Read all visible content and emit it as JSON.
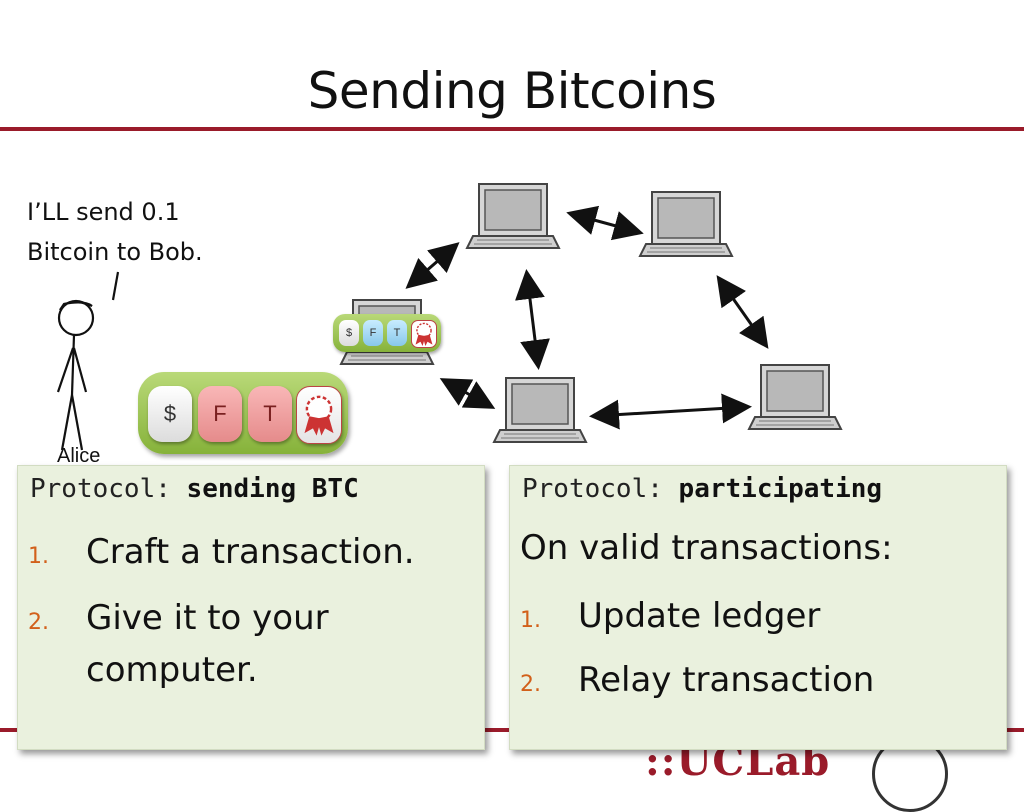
{
  "slide": {
    "title": "Sending Bitcoins"
  },
  "alice": {
    "speech_line1": "I’LL send 0.1",
    "speech_line2": "Bitcoin to Bob.",
    "name": "Alice"
  },
  "wallet": {
    "coins": [
      "$",
      "F",
      "T"
    ]
  },
  "mini_wallet": {
    "coins": [
      "$",
      "F",
      "T"
    ]
  },
  "panel_left": {
    "head_prefix": "Protocol: ",
    "head_keyword": "sending BTC",
    "items": [
      {
        "num": "1.",
        "text": "Craft a transaction."
      },
      {
        "num": "2.",
        "text_line1": "Give it to your",
        "text_line2": "computer."
      }
    ]
  },
  "panel_right": {
    "head_prefix": "Protocol: ",
    "head_keyword": "participating",
    "lead": "On valid transactions:",
    "items": [
      {
        "num": "1.",
        "text": "Update ledger"
      },
      {
        "num": "2.",
        "text": "Relay transaction"
      }
    ]
  },
  "footer": {
    "logo_text": "::UCLab"
  },
  "colors": {
    "accent_rule": "#9a1b2a",
    "panel_bg": "#eaf1de",
    "number_orange": "#d2601a",
    "wallet_green": "#86b23a"
  },
  "icons": [
    "stick-figure-icon",
    "laptop-icon",
    "double-arrow-icon",
    "ribbon-icon"
  ]
}
